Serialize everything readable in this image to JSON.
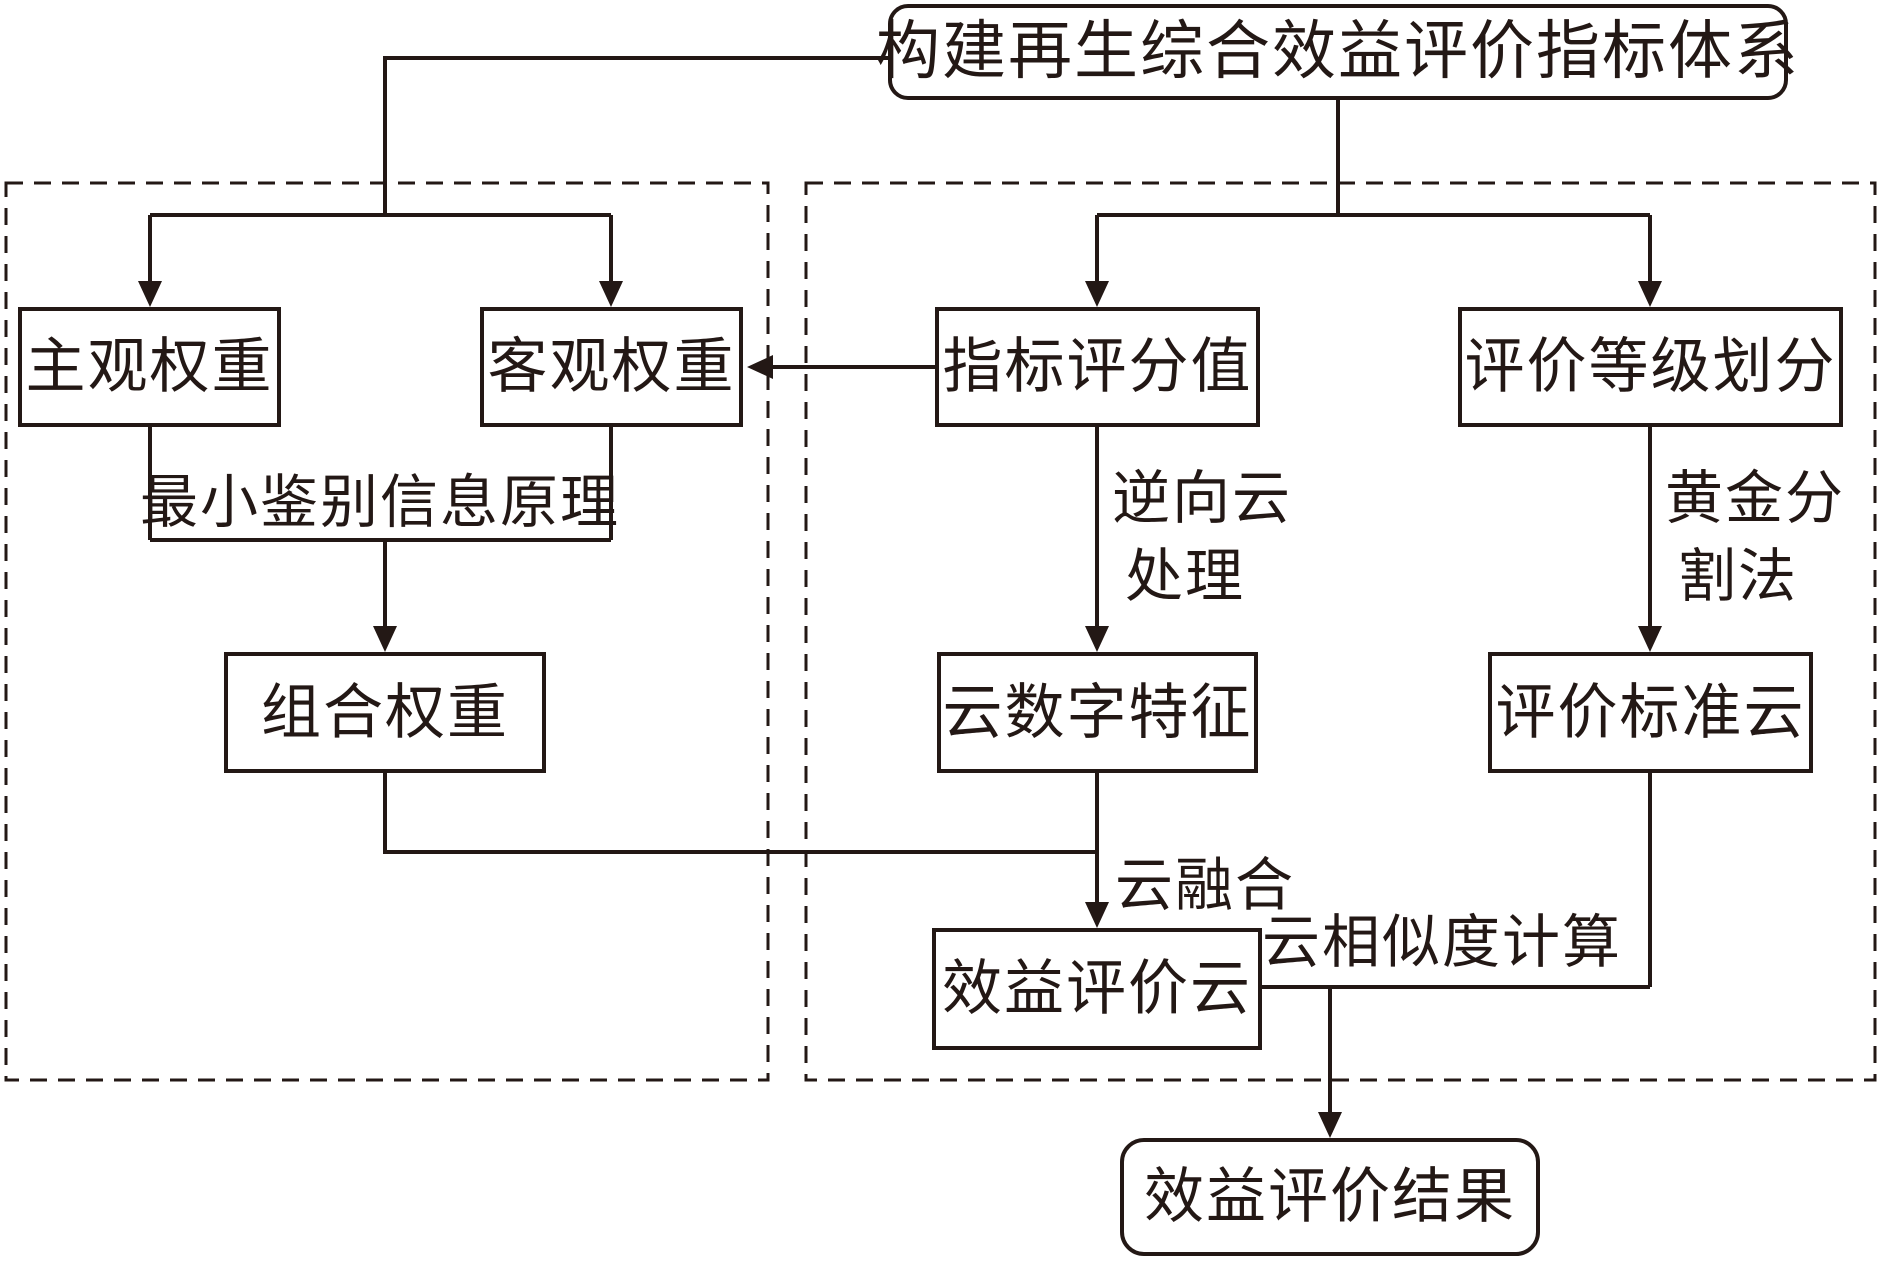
{
  "diagram": {
    "title": "构建再生综合效益评价指标体系",
    "nodes": {
      "subjective_weight": "主观权重",
      "objective_weight": "客观权重",
      "indicator_score": "指标评分值",
      "grade_division": "评价等级划分",
      "combined_weight": "组合权重",
      "cloud_numeric_features": "云数字特征",
      "evaluation_standard_cloud": "评价标准云",
      "benefit_evaluation_cloud": "效益评价云",
      "benefit_evaluation_result": "效益评价结果"
    },
    "edge_labels": {
      "min_discrimination_info": "最小鉴别信息原理",
      "backward_cloud_line1": "逆向云",
      "backward_cloud_line2": "处理",
      "golden_section_line1": "黄金分",
      "golden_section_line2": "割法",
      "cloud_fusion": "云融合",
      "cloud_similarity": "云相似度计算"
    },
    "colors": {
      "ink": "#231815",
      "background": "#ffffff"
    }
  }
}
